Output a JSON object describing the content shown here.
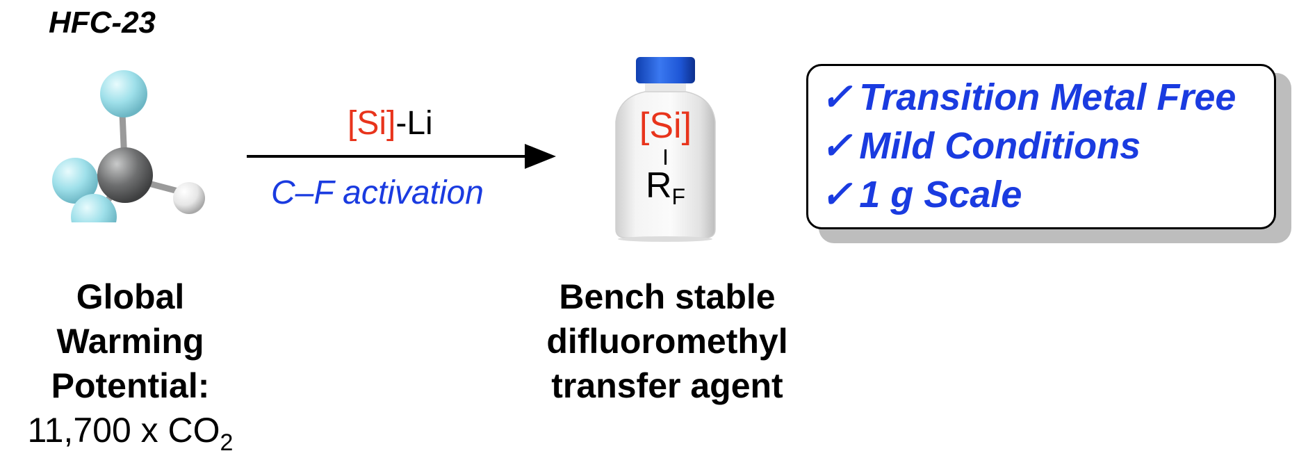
{
  "reactant": {
    "name": "HFC-23",
    "label_lines": [
      "Global",
      "Warming",
      "Potential:"
    ],
    "gwp_value": "11,700 x CO",
    "gwp_subscript": "2"
  },
  "arrow": {
    "reagent_highlight": "[Si]",
    "reagent_rest": "-Li",
    "condition": "C–F activation"
  },
  "product": {
    "si_label": "[Si]",
    "rf_main": "R",
    "rf_subscript": "F",
    "label_lines": [
      "Bench stable",
      "difluoromethyl",
      "transfer agent"
    ]
  },
  "features": {
    "check_glyph": "✓",
    "items": [
      "Transition Metal Free",
      "Mild Conditions",
      "1 g Scale"
    ]
  },
  "colors": {
    "red": "#e8341c",
    "blue": "#1a3be0",
    "fluorine": "#9fe0ea",
    "carbon": "#6e6f70",
    "hydrogen": "#f0f0f0",
    "cap_blue": "#1e56d6"
  }
}
